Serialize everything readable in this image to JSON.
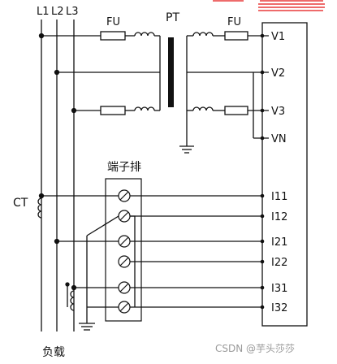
{
  "lines": {
    "l1": "L1",
    "l2": "L2",
    "l3": "L3"
  },
  "fuse_left_label": "FU",
  "pt_label": "PT",
  "fuse_right_label": "FU",
  "ct_label": "CT",
  "terminal_block_label": "端子排",
  "load_label": "负载",
  "meter_terminals": [
    "V1",
    "V2",
    "V3",
    "VN",
    "I11",
    "I12",
    "I21",
    "I22",
    "I31",
    "I32"
  ],
  "watermark": "CSDN @芋头莎莎",
  "colors": {
    "redact": "#e83a3a",
    "wire": "#111111"
  }
}
